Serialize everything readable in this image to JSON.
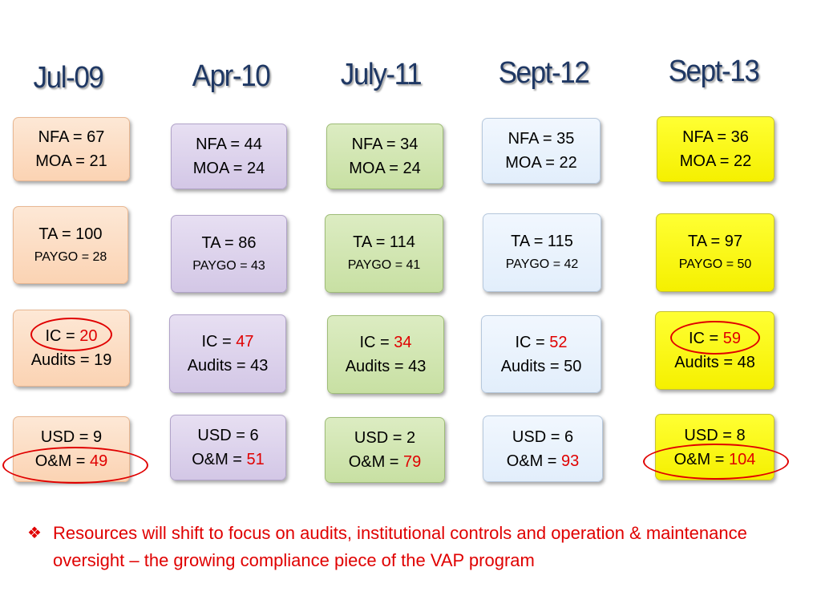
{
  "columns": [
    {
      "title": "Jul-09",
      "boxes": [
        {
          "line1": "NFA = 67",
          "line2": "MOA = 21"
        },
        {
          "line1": "TA = 100",
          "line2": "PAYGO = 28"
        },
        {
          "line1_label": "IC = ",
          "line1_value": "20",
          "line2": "Audits = 19"
        },
        {
          "line1": "USD = 9",
          "line2_label": "O&M = ",
          "line2_value": "49"
        }
      ]
    },
    {
      "title": "Apr-10",
      "boxes": [
        {
          "line1": "NFA = 44",
          "line2": "MOA = 24"
        },
        {
          "line1": "TA = 86",
          "line2": "PAYGO = 43"
        },
        {
          "line1_label": "IC = ",
          "line1_value": "47",
          "line2": "Audits = 43"
        },
        {
          "line1": "USD = 6",
          "line2_label": "O&M = ",
          "line2_value": "51"
        }
      ]
    },
    {
      "title": "July-11",
      "boxes": [
        {
          "line1": "NFA = 34",
          "line2": "MOA = 24"
        },
        {
          "line1": "TA = 114",
          "line2": "PAYGO = 41"
        },
        {
          "line1_label": "IC = ",
          "line1_value": "34",
          "line2": "Audits = 43"
        },
        {
          "line1": "USD = 2",
          "line2_label": "O&M = ",
          "line2_value": "79"
        }
      ]
    },
    {
      "title": "Sept-12",
      "boxes": [
        {
          "line1": "NFA = 35",
          "line2": "MOA = 22"
        },
        {
          "line1": "TA = 115",
          "line2": "PAYGO = 42"
        },
        {
          "line1_label": "IC = ",
          "line1_value": "52",
          "line2": "Audits = 50"
        },
        {
          "line1": "USD = 6",
          "line2_label": "O&M = ",
          "line2_value": "93"
        }
      ]
    },
    {
      "title": "Sept-13",
      "boxes": [
        {
          "line1": "NFA = 36",
          "line2": "MOA = 22"
        },
        {
          "line1": "TA = 97",
          "line2": "PAYGO = 50"
        },
        {
          "line1_label": "IC = ",
          "line1_value": "59",
          "line2": "Audits = 48"
        },
        {
          "line1": "USD = 8",
          "line2_label": "O&M = ",
          "line2_value": "104"
        }
      ]
    }
  ],
  "note": {
    "bullet_icon": "diamond-bullet-icon",
    "text": "Resources will shift to focus on audits, institutional controls and operation & maintenance oversight – the growing compliance piece of the VAP program"
  },
  "colors": {
    "highlight_red": "#e00000",
    "title_navy": "#1f3864",
    "jul09": "#fbd3b3",
    "apr10": "#d3c7e6",
    "july11": "#c8e0a3",
    "sept12": "#e2eefb",
    "sept13": "#f5f000"
  }
}
